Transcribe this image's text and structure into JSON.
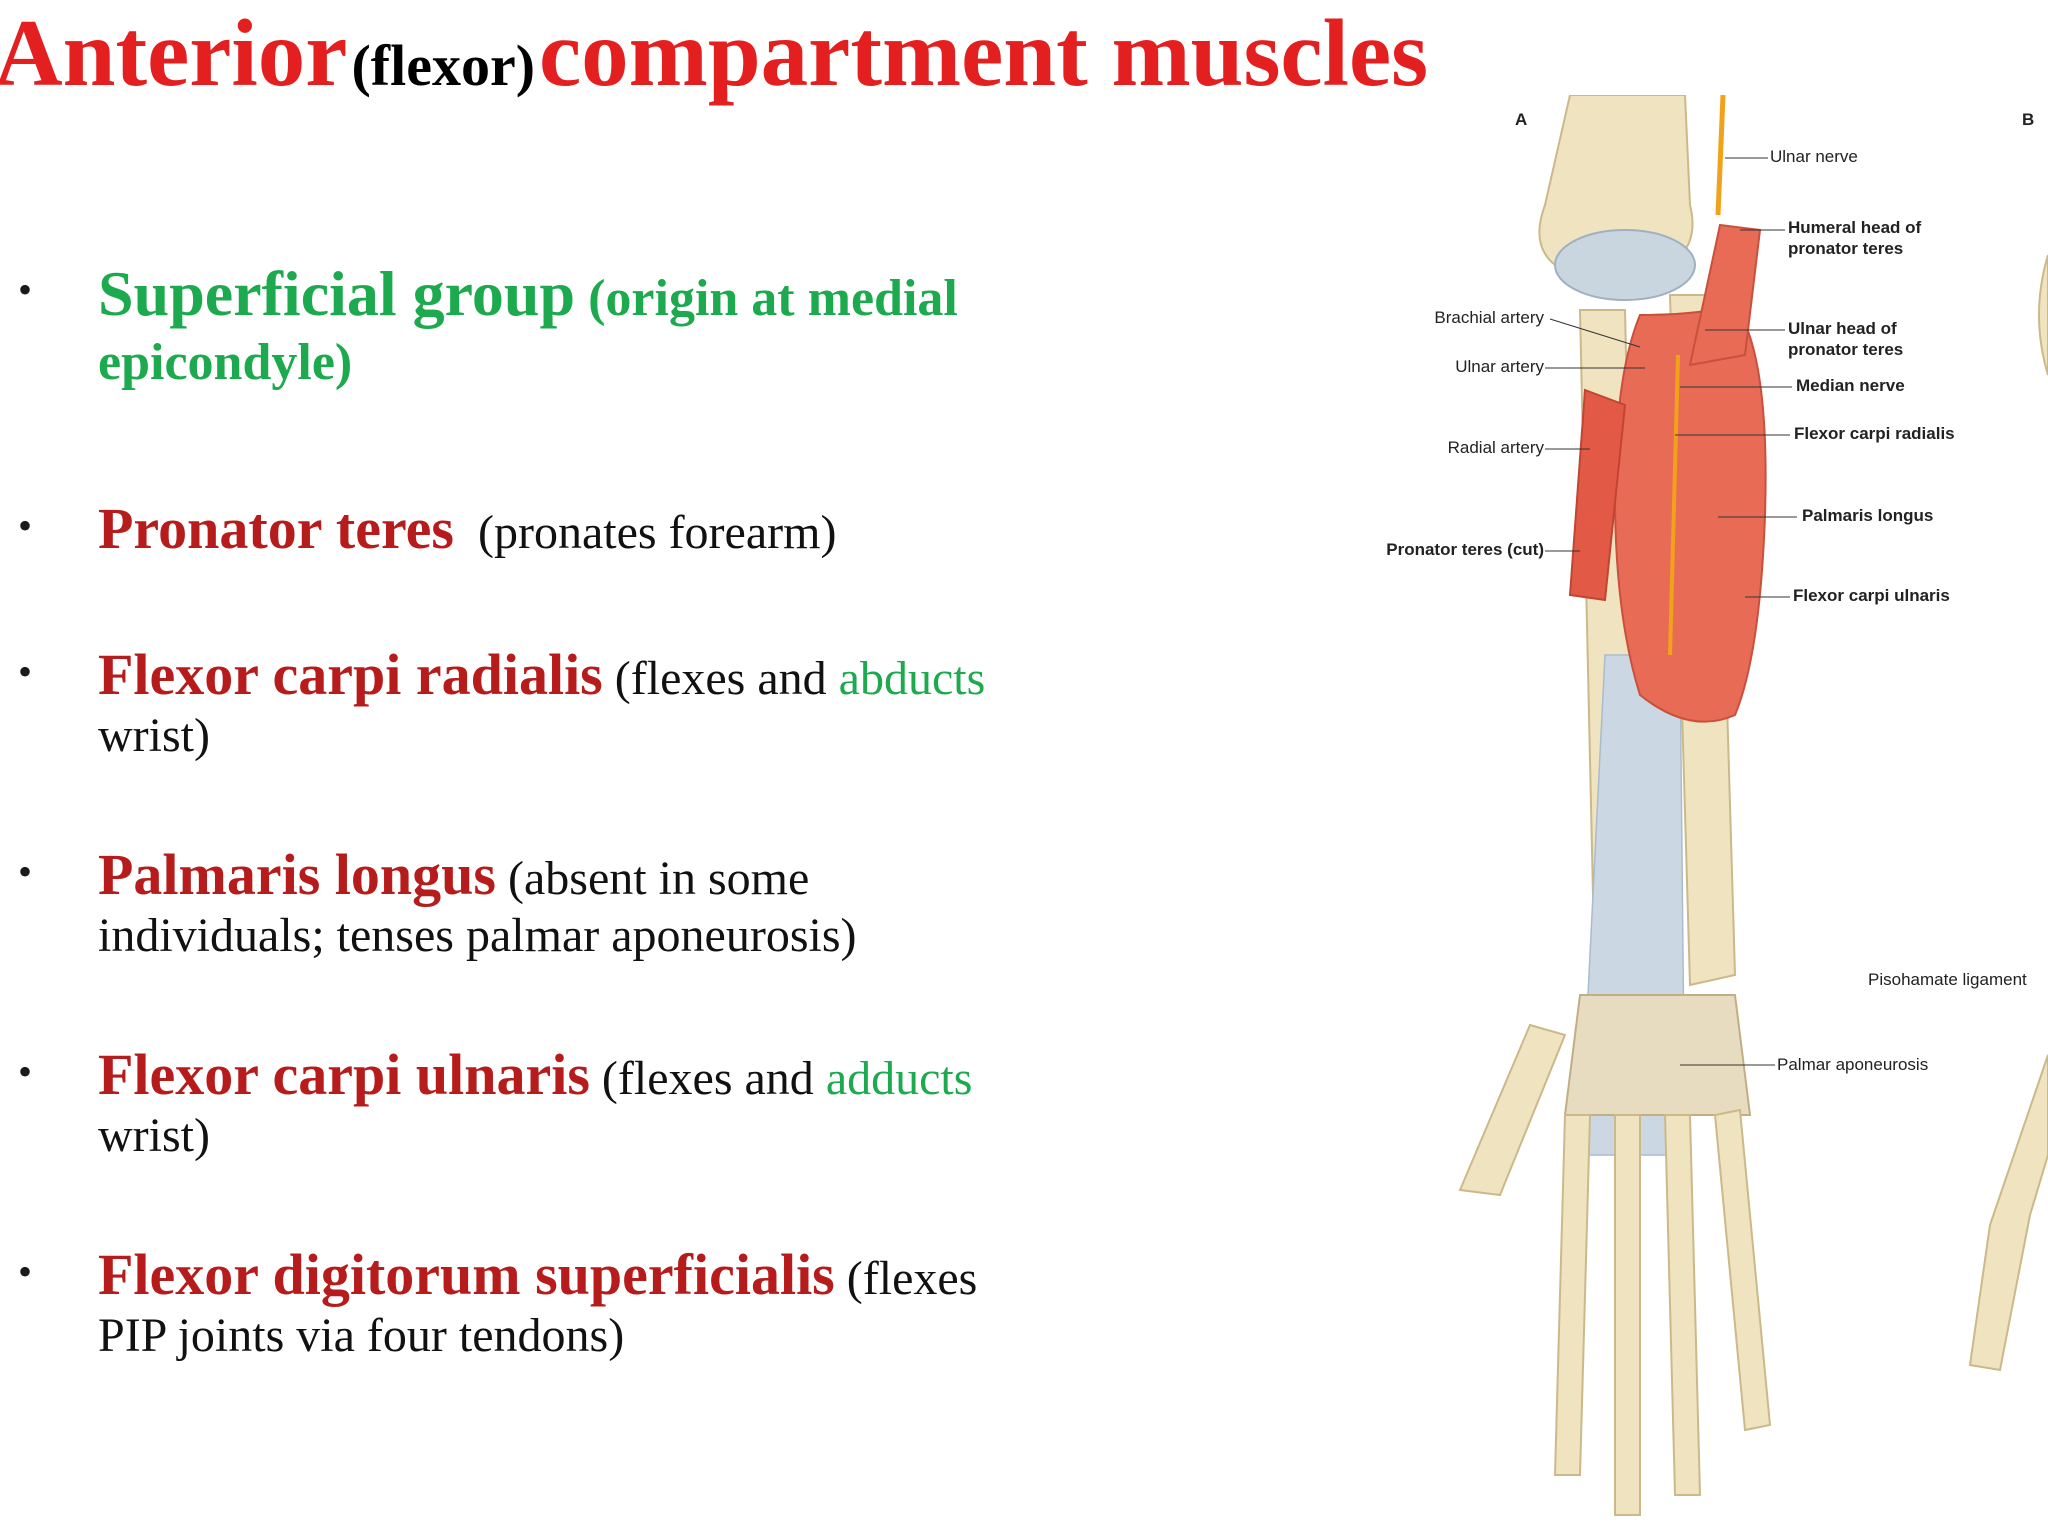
{
  "title": {
    "part1": "Anterior",
    "part2": "(flexor)",
    "part3": "compartment muscles"
  },
  "bullets": [
    {
      "head": "Superficial group",
      "rest": "(origin at medial epicondyle)"
    },
    {
      "head": "Pronator teres",
      "rest": "(pronates forearm)"
    },
    {
      "head": "Flexor carpi radialis",
      "rest_a": "(flexes and",
      "green": "abducts",
      "rest_b": "wrist)"
    },
    {
      "head": "Palmaris longus",
      "rest": "(absent in some individuals; tenses palmar aponeurosis)"
    },
    {
      "head": "Flexor carpi ulnaris",
      "rest_a": "(flexes and",
      "green": "adducts",
      "rest_b": "wrist)"
    },
    {
      "head": "Flexor digitorum superficialis",
      "rest": "(flexes PIP joints via four tendons)"
    }
  ],
  "bullet_symbol": "•",
  "figure": {
    "panel_a": "A",
    "panel_b": "B",
    "labels": {
      "ulnar_nerve": "Ulnar nerve",
      "humeral_head_1": "Humeral head of",
      "humeral_head_2": "pronator teres",
      "ulnar_head_1": "Ulnar head of",
      "ulnar_head_2": "pronator teres",
      "median_nerve": "Median nerve",
      "flexor_carpi_radialis": "Flexor carpi radialis",
      "palmaris_longus": "Palmaris longus",
      "flexor_carpi_ulnaris": "Flexor carpi ulnaris",
      "brachial_artery": "Brachial artery",
      "ulnar_artery": "Ulnar artery",
      "radial_artery": "Radial artery",
      "pronator_teres_cut": "Pronator teres (cut)",
      "pisohamate_ligament": "Pisohamate ligament",
      "palmar_aponeurosis": "Palmar aponeurosis"
    }
  }
}
